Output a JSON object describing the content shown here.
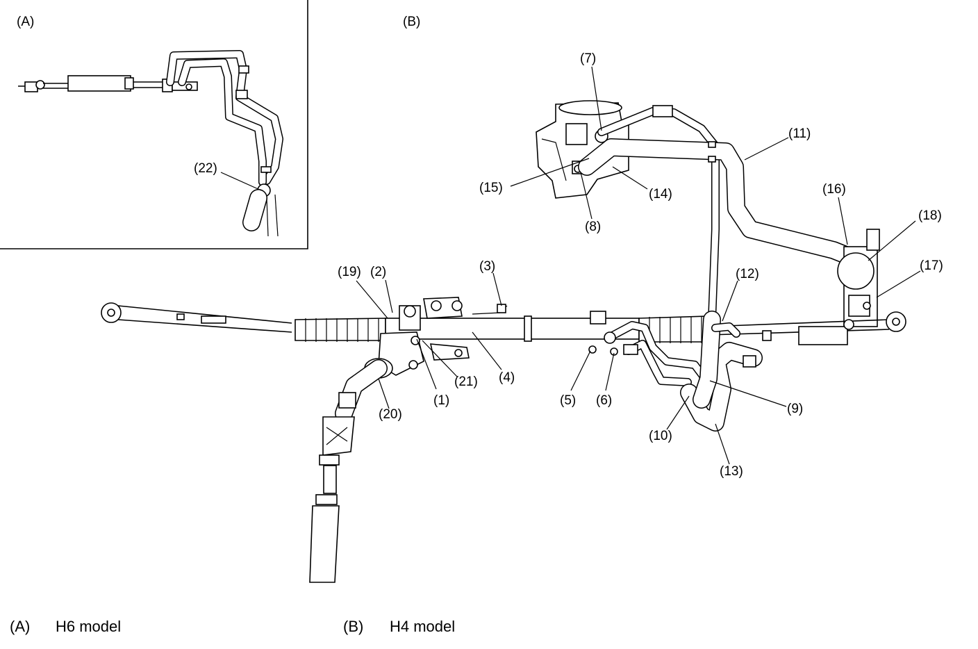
{
  "panels": {
    "inset": {
      "tag": "(A)"
    },
    "main": {
      "tag": "(B)"
    }
  },
  "callouts": {
    "c1": "(1)",
    "c2": "(2)",
    "c3": "(3)",
    "c4": "(4)",
    "c5": "(5)",
    "c6": "(6)",
    "c7": "(7)",
    "c8": "(8)",
    "c9": "(9)",
    "c10": "(10)",
    "c11": "(11)",
    "c12": "(12)",
    "c13": "(13)",
    "c14": "(14)",
    "c15": "(15)",
    "c16": "(16)",
    "c17": "(17)",
    "c18": "(18)",
    "c19": "(19)",
    "c20": "(20)",
    "c21": "(21)",
    "c22": "(22)"
  },
  "legend": [
    {
      "key": "(A)",
      "text": "H6 model"
    },
    {
      "key": "(B)",
      "text": "H4 model"
    }
  ]
}
